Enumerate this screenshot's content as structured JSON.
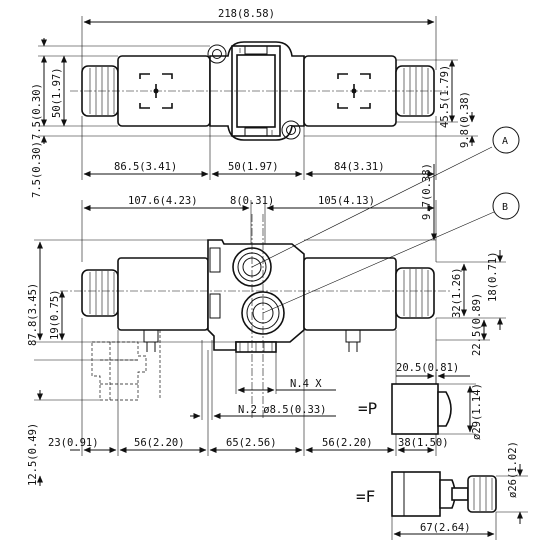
{
  "top_view": {
    "overall_width": "218(8.58)",
    "left_seg": "86.5(3.41)",
    "mid_seg": "50(1.97)",
    "right_seg": "84(3.31)",
    "left_top_offset": "7.5(0.30)",
    "left_height": "50(1.97)",
    "left_bottom_offset": "7.5(0.30)",
    "right_height": "45.5(1.79)",
    "right_offset": "9.8(0.38)"
  },
  "front_view": {
    "port_a_offset": "107.6(4.23)",
    "ab_gap": "8(0.31)",
    "right_offset": "105(4.13)",
    "height_right": "9.7(0.38)",
    "total_height": "87.8(3.45)",
    "lower_height": "19(0.75)",
    "right_32": "32(1.26)",
    "right_18": "18(0.71)",
    "right_22": "22.5(0.89)",
    "bottom_left": "12.5(0.49)",
    "seg_23": "23(0.91)",
    "seg_56a": "56(2.20)",
    "seg_65": "65(2.56)",
    "seg_56b": "56(2.20)",
    "seg_38": "38(1.50)",
    "n4": "N.4 X",
    "n2": "N.2 ø8.5(0.33)",
    "dim_20": "20.5(0.81)"
  },
  "balloons": {
    "a": "A",
    "b": "B"
  },
  "option_p": {
    "label": "=P",
    "dia": "ø29(1.14)"
  },
  "option_f": {
    "label": "=F",
    "dia": "ø26(1.02)",
    "length": "67(2.64)"
  }
}
